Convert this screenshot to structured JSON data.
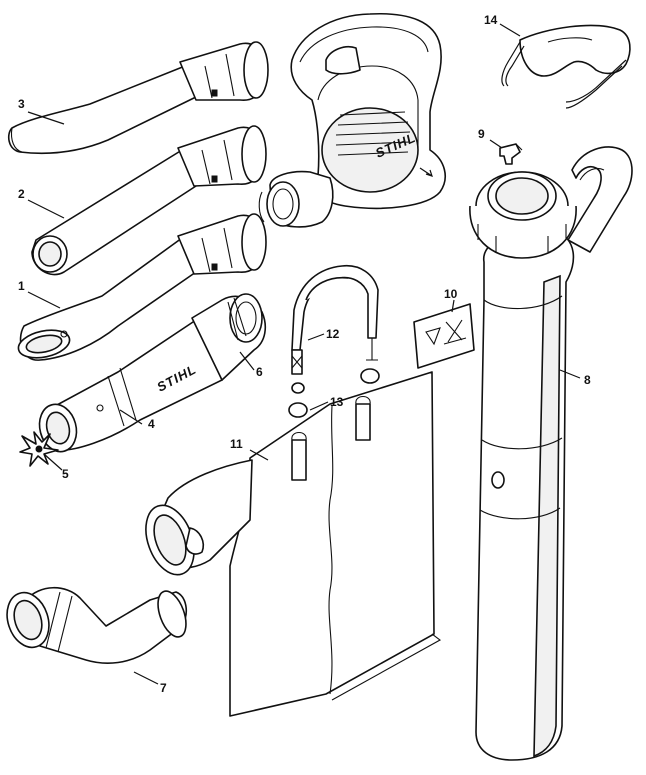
{
  "callouts": [
    {
      "id": "1",
      "label": "1"
    },
    {
      "id": "2",
      "label": "2"
    },
    {
      "id": "3",
      "label": "3"
    },
    {
      "id": "4",
      "label": "4"
    },
    {
      "id": "5",
      "label": "5"
    },
    {
      "id": "6",
      "label": "6"
    },
    {
      "id": "7",
      "label": "7"
    },
    {
      "id": "8",
      "label": "8"
    },
    {
      "id": "9",
      "label": "9"
    },
    {
      "id": "10",
      "label": "10"
    },
    {
      "id": "11",
      "label": "11"
    },
    {
      "id": "12",
      "label": "12"
    },
    {
      "id": "13",
      "label": "13"
    },
    {
      "id": "14",
      "label": "14"
    }
  ],
  "brand": {
    "logo_text": "STIHL"
  }
}
